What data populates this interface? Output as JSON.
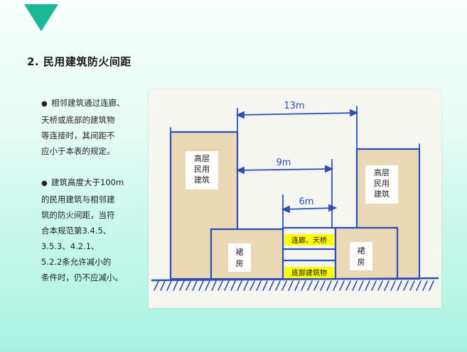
{
  "title": "2. 民用建筑防火间距",
  "bullets": [
    {
      "marker": "●",
      "lines": [
        "相邻建筑通过连廊、",
        "天桥或底部的建筑物",
        "等连接时，其间距不",
        "应小于本表的规定。"
      ]
    },
    {
      "marker": "●",
      "lines": [
        "建筑高度大于100m",
        "的民用建筑与相邻建",
        "筑的防火间距，当符",
        "合本规范第3.4.5、",
        "3.5.3、4.2.1、",
        "5.2.2条允许减小的",
        "条件时，仍不应减小。"
      ]
    }
  ],
  "illustration": {
    "dimensions": [
      "13m",
      "9m",
      "6m"
    ],
    "left_tower": [
      "高层",
      "民用",
      "建筑"
    ],
    "right_tower": [
      "高层",
      "民用",
      "建筑"
    ],
    "left_podium": [
      "裙",
      "房"
    ],
    "right_podium": [
      "裙",
      "房"
    ],
    "corridor_label": "连廊、天桥",
    "base_label": "底部建筑物"
  },
  "colors": {
    "accent_triangle": "#19b896",
    "ink": "#2e4fb8",
    "building_fill": "#ead9b4",
    "highlight": "#ffff00"
  }
}
